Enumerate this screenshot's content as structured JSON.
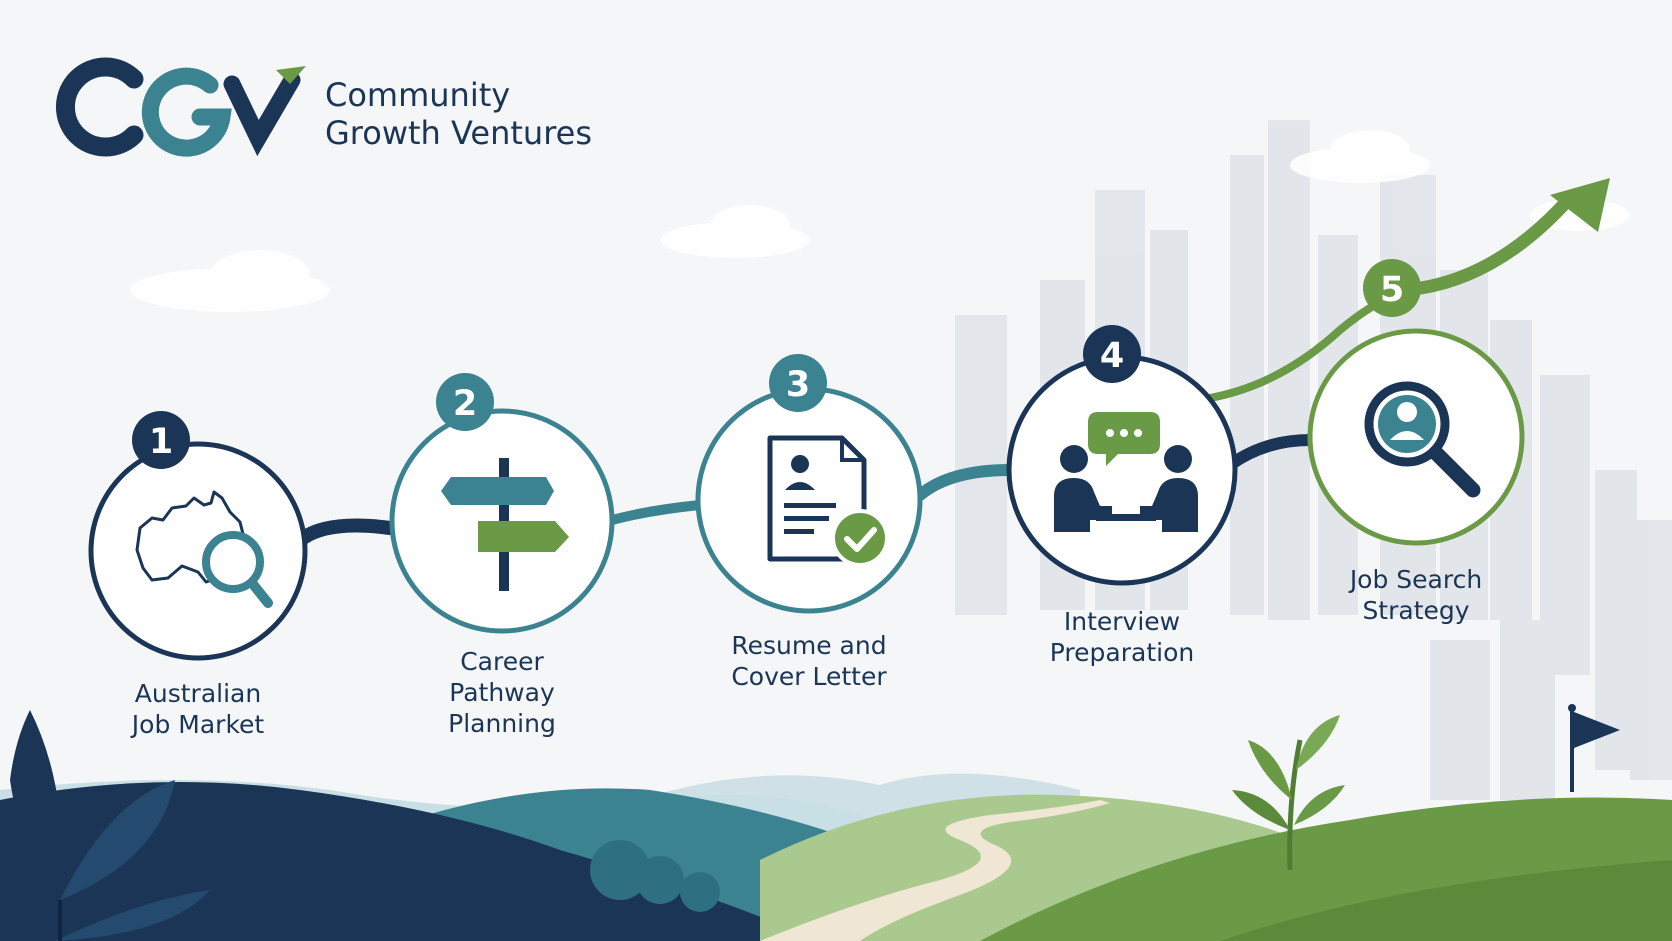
{
  "brand": {
    "logo_text": "CGV",
    "name_line1": "Community",
    "name_line2": "Growth Ventures"
  },
  "colors": {
    "navy": "#1b3556",
    "teal": "#3c8391",
    "green": "#6a9a45",
    "sky": "#f5f6f7"
  },
  "steps": [
    {
      "number": "1",
      "label": "Australian\nJob Market",
      "icon": "australia-map-search-icon"
    },
    {
      "number": "2",
      "label": "Career\nPathway\nPlanning",
      "icon": "signpost-icon"
    },
    {
      "number": "3",
      "label": "Resume and\nCover Letter",
      "icon": "resume-check-icon"
    },
    {
      "number": "4",
      "label": "Interview\nPreparation",
      "icon": "interview-chat-icon"
    },
    {
      "number": "5",
      "label": "Job Search\nStrategy",
      "icon": "person-search-icon"
    }
  ]
}
